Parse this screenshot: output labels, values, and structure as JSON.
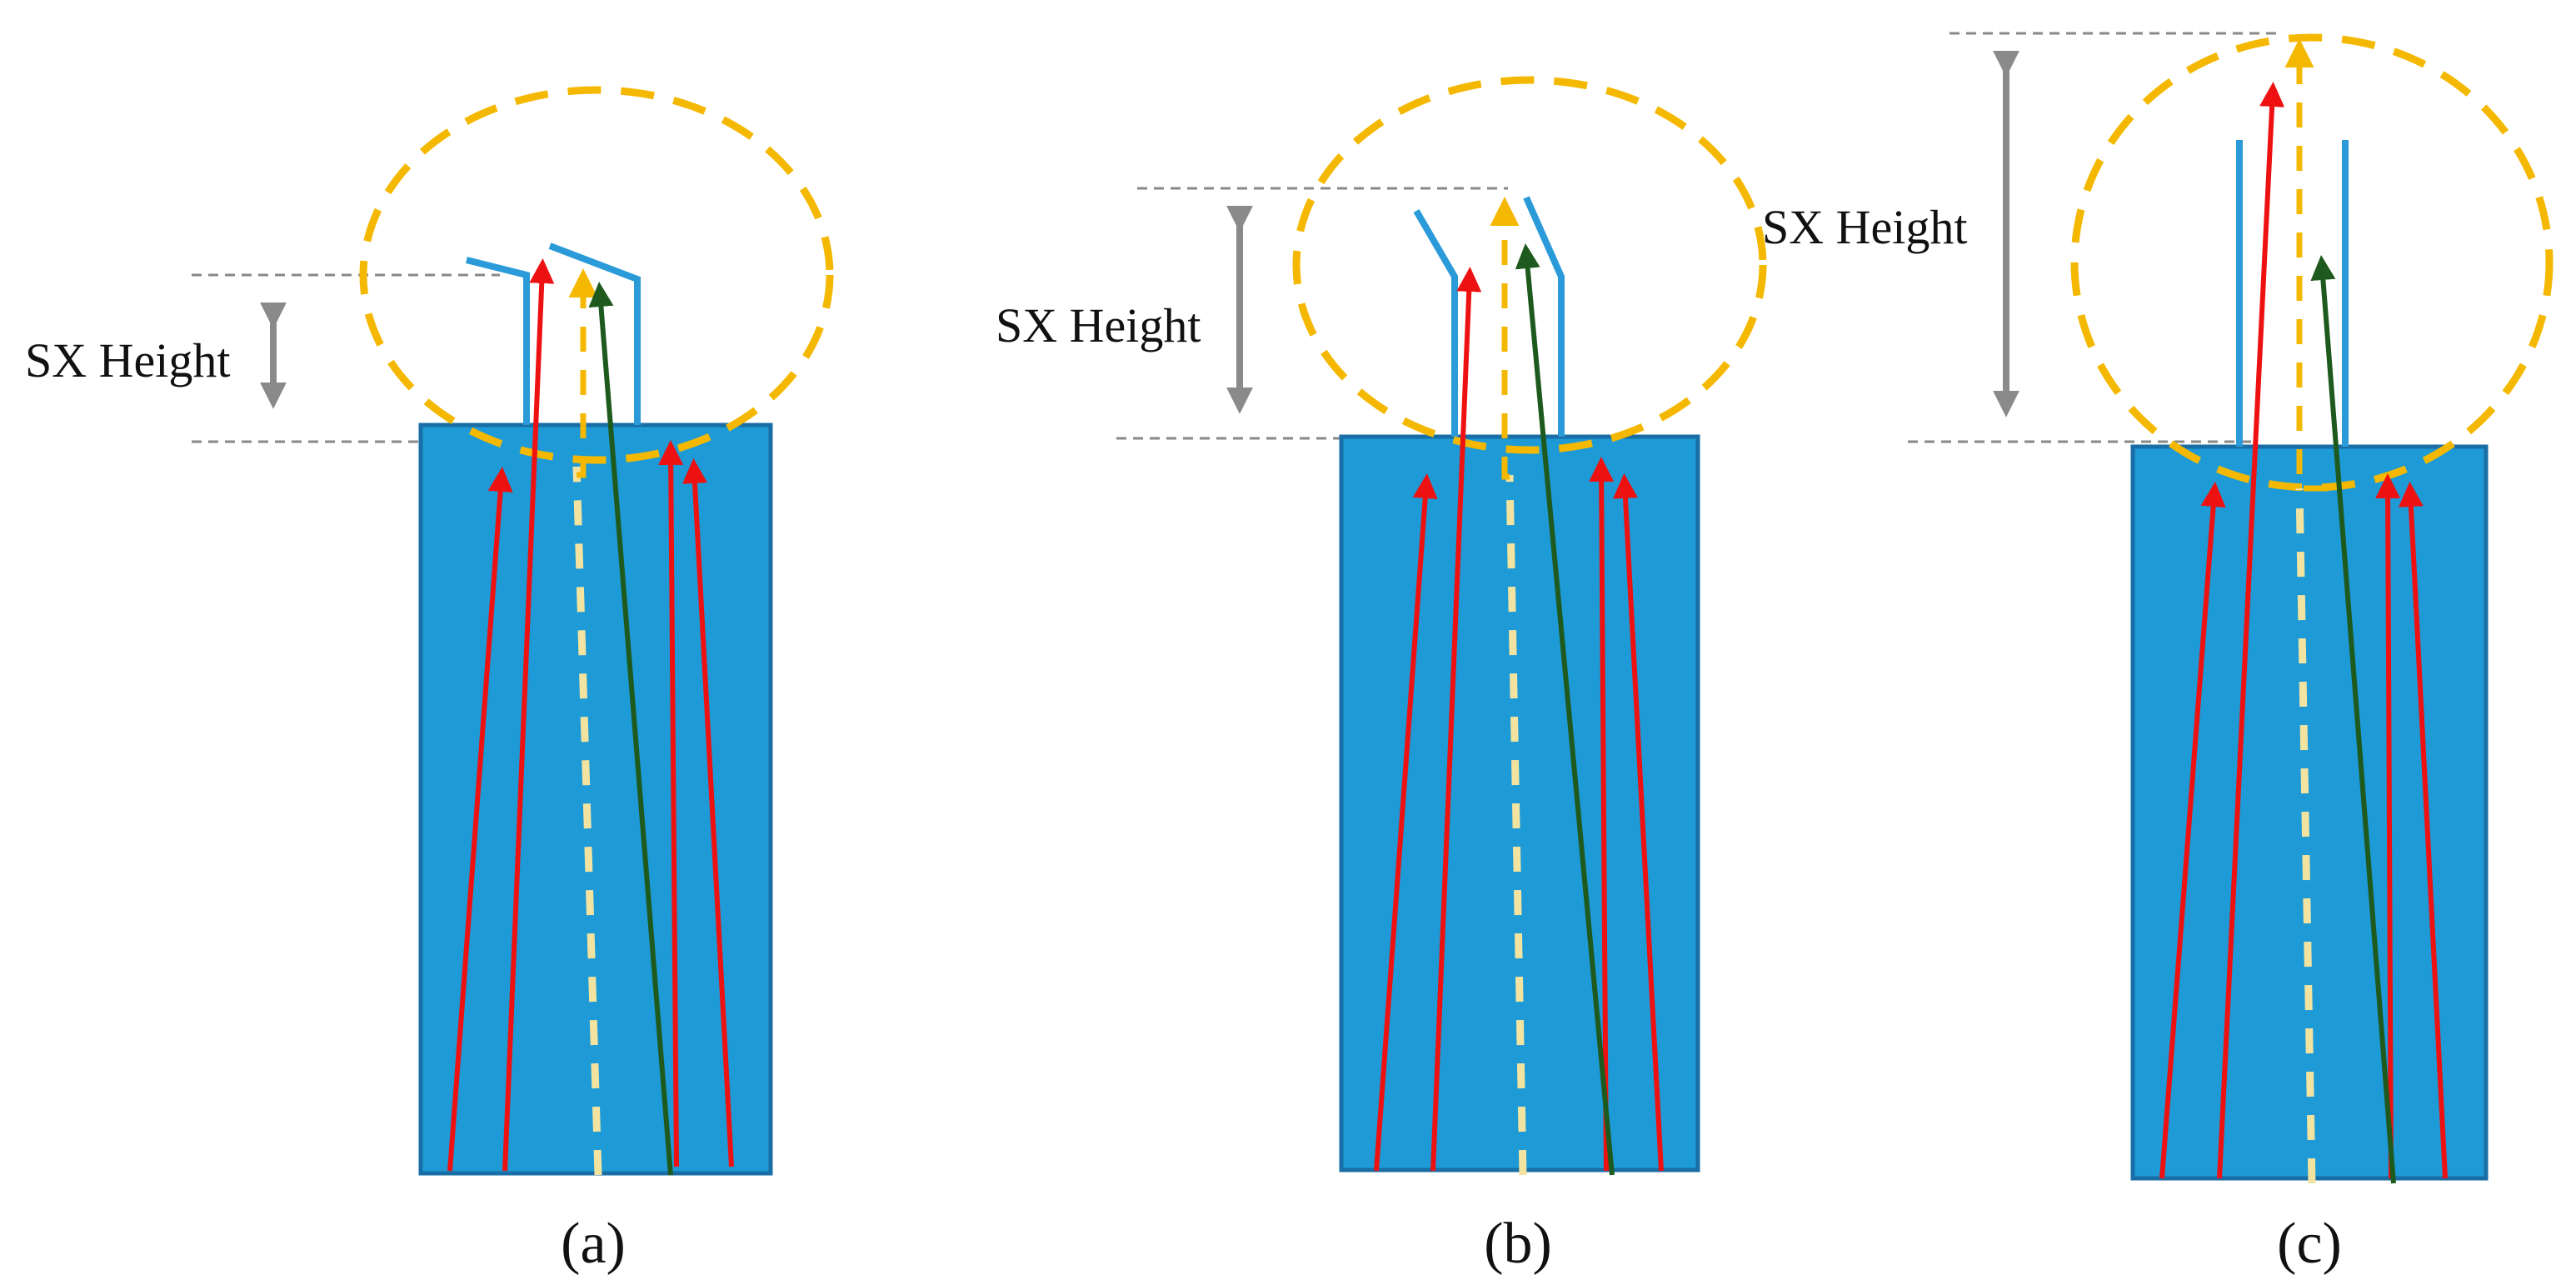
{
  "panels": [
    {
      "caption": "(a)",
      "height_label": "SX Height"
    },
    {
      "caption": "(b)",
      "height_label": "SX Height"
    },
    {
      "caption": "(c)",
      "height_label": "SX Height"
    }
  ],
  "colors": {
    "cavity_fill": "#1e9ad6",
    "cavity_stroke": "#1a6ea6",
    "rim": "#2a9ad8",
    "ray_red": "#ee1111",
    "ray_green": "#1e5a1e",
    "ray_yellow": "#f5b800",
    "ray_yellow_light": "#f3e3a0",
    "circle": "#f5b800",
    "dim_arrow": "#8a8a8a",
    "guide_line": "#888888"
  }
}
